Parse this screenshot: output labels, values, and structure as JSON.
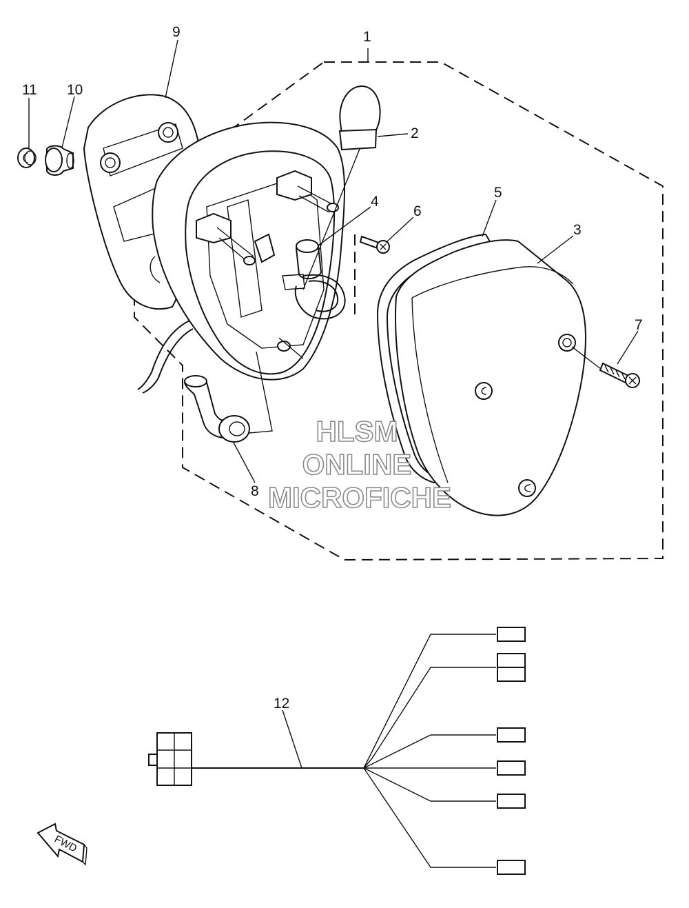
{
  "diagram": {
    "callouts": {
      "c1": "1",
      "c2": "2",
      "c3": "3",
      "c4": "4",
      "c5": "5",
      "c6": "6",
      "c7": "7",
      "c8": "8",
      "c9": "9",
      "c10": "10",
      "c11": "11",
      "c12": "12"
    },
    "fwd_label": "FWD"
  },
  "watermark": {
    "line1": "HLSM",
    "line2": "ONLINE",
    "line3": "MICROFICHE"
  }
}
